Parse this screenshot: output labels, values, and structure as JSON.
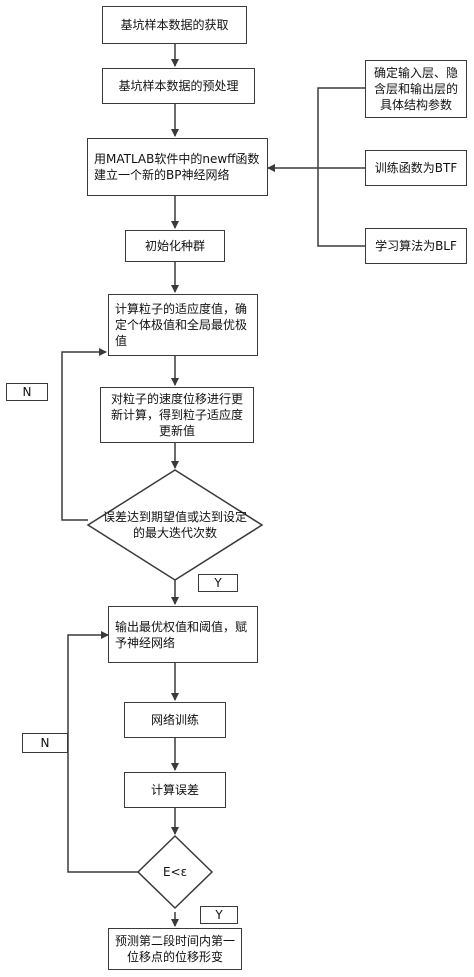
{
  "steps": {
    "s1": "基坑样本数据的获取",
    "s2": "基坑样本数据的预处理",
    "s3": "用MATLAB软件中的newff函数建立一个新的BP神经网络",
    "s4": "初始化种群",
    "s5": "计算粒子的适应度值，确定个体极值和全局最优极值",
    "s6": "对粒子的速度位移进行更新计算，得到粒子适应度更新值",
    "d1": "误差达到期望值或达到设定的最大迭代次数",
    "s7": "输出最优权值和阈值，赋予神经网络",
    "s8": "网络训练",
    "s9": "计算误差",
    "d2": "E<ε",
    "s10": "预测第二段时间内第一位移点的位移形变"
  },
  "side": {
    "p1": "确定输入层、隐含层和输出层的具体结构参数",
    "p2": "训练函数为BTF",
    "p3": "学习算法为BLF"
  },
  "labels": {
    "n1": "N",
    "y1": "Y",
    "n2": "N",
    "y2": "Y"
  }
}
